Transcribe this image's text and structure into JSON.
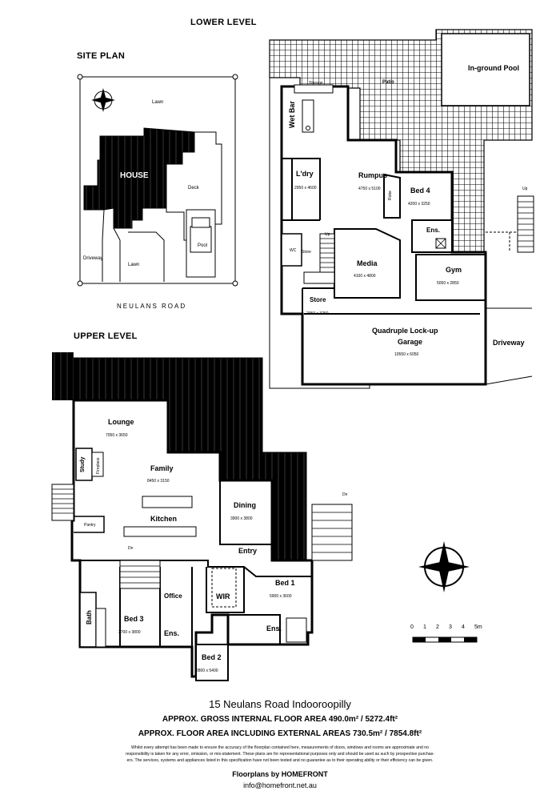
{
  "headings": {
    "lower_level": "LOWER LEVEL",
    "site_plan": "SITE PLAN",
    "upper_level": "UPPER LEVEL"
  },
  "site_plan": {
    "lawn_top": "Lawn",
    "house": "HOUSE",
    "deck": "Deck",
    "pool": "Pool",
    "driveway": "Driveway",
    "lawn_bottom": "Lawn",
    "road": "NEULANS ROAD"
  },
  "lower_level": {
    "patio": "Patio",
    "inground_pool": "In-ground Pool",
    "storage": "Storage",
    "wet_bar": "Wet Bar",
    "laundry": "L'dry",
    "laundry_dim": "2950 x 4600",
    "rumpus": "Rumpus",
    "rumpus_dim": "4750 x 5100",
    "robe": "Robe",
    "bed4": "Bed 4",
    "bed4_dim": "4200 x 3250",
    "ens": "Ens.",
    "wc": "WC",
    "store_small": "Store",
    "media": "Media",
    "media_dim": "4100 x 4800",
    "gym": "Gym",
    "gym_dim": "5050 x 2850",
    "store": "Store",
    "store_dim": "2950 x 3250",
    "garage_line1": "Quadruple Lock-up",
    "garage_line2": "Garage",
    "garage_dim": "10550 x 6050",
    "driveway": "Driveway",
    "up1": "Up",
    "up2": "Up"
  },
  "upper_level": {
    "lounge": "Lounge",
    "lounge_dim": "7050 x 3650",
    "study": "Study",
    "fireplace": "Fireplace",
    "family": "Family",
    "family_dim": "8450 x 3150",
    "kitchen": "Kitchen",
    "pantry": "Pantry",
    "dining": "Dining",
    "dining_dim": "3900 x 3800",
    "dn1": "Dn",
    "dn2": "Dn",
    "entry": "Entry",
    "bed1": "Bed 1",
    "bed1_dim": "5900 x 3600",
    "wir": "WIR",
    "office": "Office",
    "bed3": "Bed 3",
    "bed3_dim": "3700 x 3800",
    "bath": "Bath",
    "ens_a": "Ens.",
    "ens_b": "Ens.",
    "bed2": "Bed 2",
    "bed2_dim": "2800 x 5400"
  },
  "scale": {
    "ticks": [
      "0",
      "1",
      "2",
      "3",
      "4",
      "5m"
    ]
  },
  "footer": {
    "address": "15 Neulans Road  Indooroopilly",
    "area1": "APPROX. GROSS INTERNAL FLOOR AREA  490.0m² / 5272.4ft²",
    "area2": "APPROX. FLOOR AREA INCLUDING EXTERNAL AREAS  730.5m² / 7854.8ft²",
    "disclaimer1": "Whilst every attempt has been made to ensure the accuracy of the floorplan contained here, measurements of doors, windows and rooms are approximate and no",
    "disclaimer2": "responsibility is taken for any error, omission, or mis-statement. These plans are for representational purposes only and should be used as such by prospective purchas-",
    "disclaimer3": "ers.  The services, systems and appliances listed in this specification have not been tested and no guarantee as to their operating ability or their efficiency can be given.",
    "credit": "Floorplans by HOMEFRONT",
    "email": "info@homefront.net.au"
  }
}
